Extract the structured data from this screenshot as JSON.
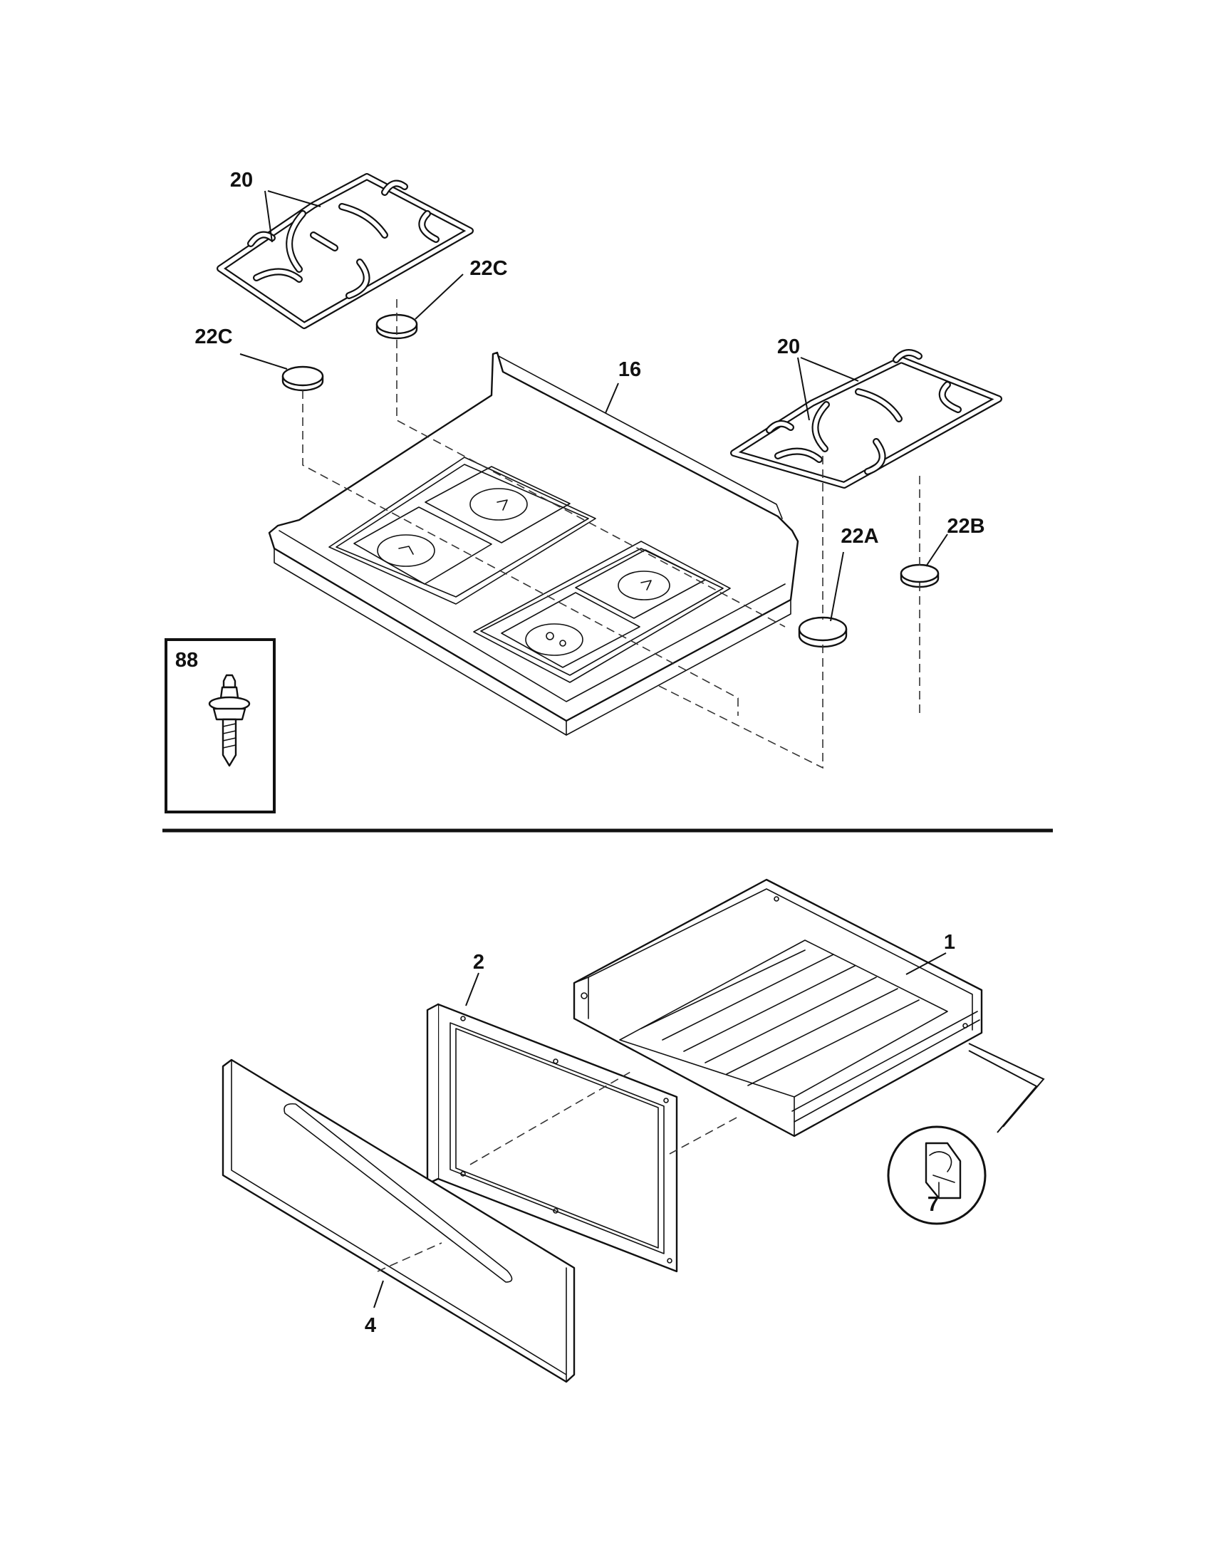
{
  "labels": {
    "grate_left": "20",
    "grate_right": "20",
    "cap_left_rear": "22C",
    "cap_left_front": "22C",
    "cooktop": "16",
    "cap_right_front": "22A",
    "cap_right_rear": "22B",
    "screw_box": "88",
    "drawer_body": "1",
    "drawer_frame": "2",
    "drawer_front": "4",
    "clip": "7"
  },
  "colors": {
    "line": "#111111",
    "background": "#ffffff"
  }
}
